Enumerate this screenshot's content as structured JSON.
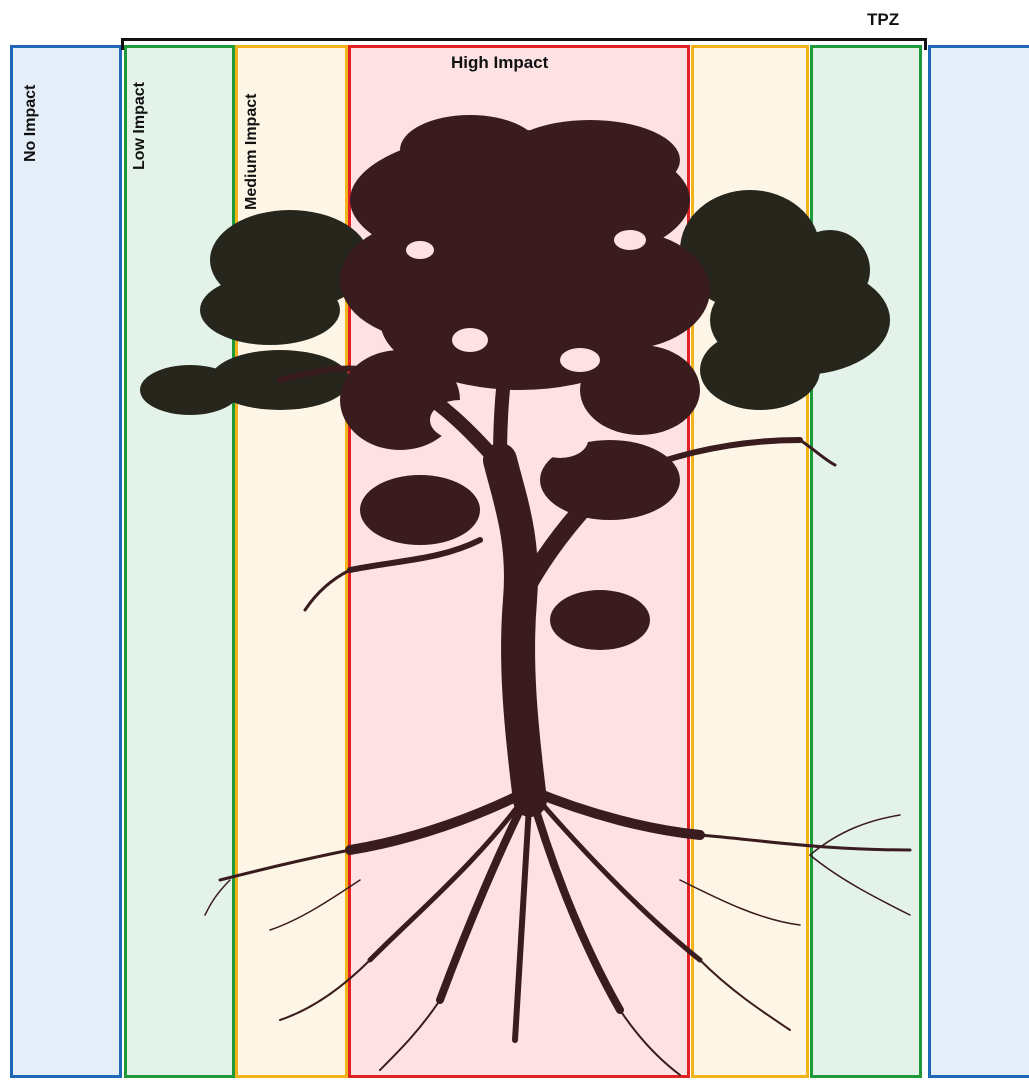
{
  "labels": {
    "tpz": "TPZ",
    "no_impact": "No Impact",
    "low_impact": "Low Impact",
    "medium_impact": "Medium Impact",
    "high_impact": "High Impact"
  },
  "colors": {
    "no_impact_fill": "#e3eef9",
    "no_impact_border": "#1f67b8",
    "low_impact_fill": "#e4f3e9",
    "low_impact_border": "#1f9a3a",
    "medium_impact_fill": "#fdf6e6",
    "medium_impact_border": "#f2b21a",
    "high_impact_fill": "#fde2e3",
    "high_impact_border": "#e22222",
    "tpz_bracket": "#111111",
    "tree_dark": "#3a1b1e",
    "canopy_outer": "#26261c"
  },
  "icons": [
    "tree-silhouette-icon",
    "root-system-icon"
  ]
}
